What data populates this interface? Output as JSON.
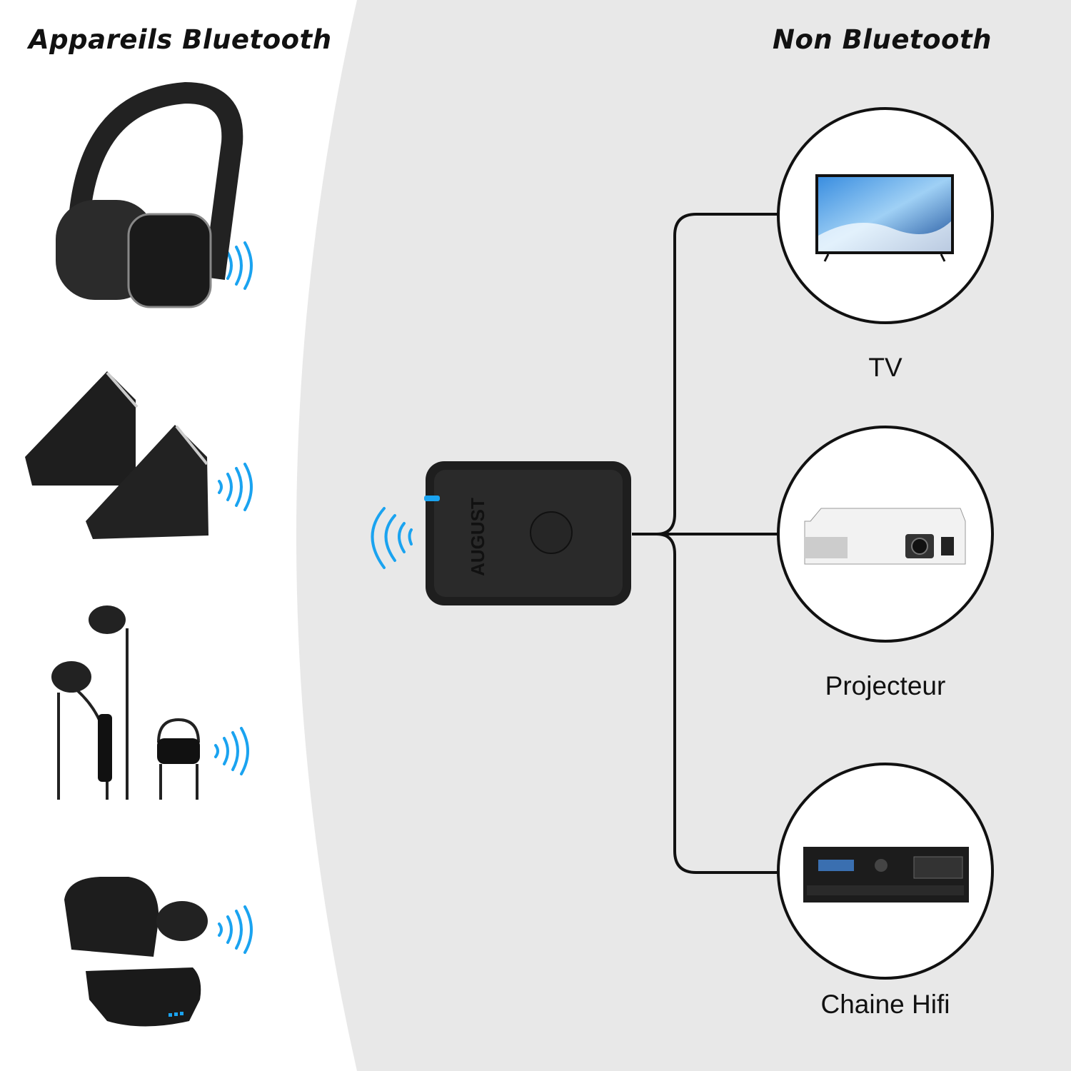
{
  "headings": {
    "left": "Appareils Bluetooth",
    "right": "Non Bluetooth"
  },
  "bluetooth_devices": [
    {
      "name": "headphones-icon"
    },
    {
      "name": "speakers-icon"
    },
    {
      "name": "earphones-icon"
    },
    {
      "name": "earbuds-case-icon"
    }
  ],
  "transmitter": {
    "brand": "AUGUST",
    "led_color": "#1aa3f0"
  },
  "non_bluetooth_devices": [
    {
      "label": "TV",
      "icon": "tv-icon"
    },
    {
      "label": "Projecteur",
      "icon": "projector-icon"
    },
    {
      "label": "Chaine Hifi",
      "icon": "hifi-system-icon"
    }
  ],
  "colors": {
    "wave": "#1aa3f0",
    "panel": "#e8e8e8",
    "line": "#111111"
  }
}
